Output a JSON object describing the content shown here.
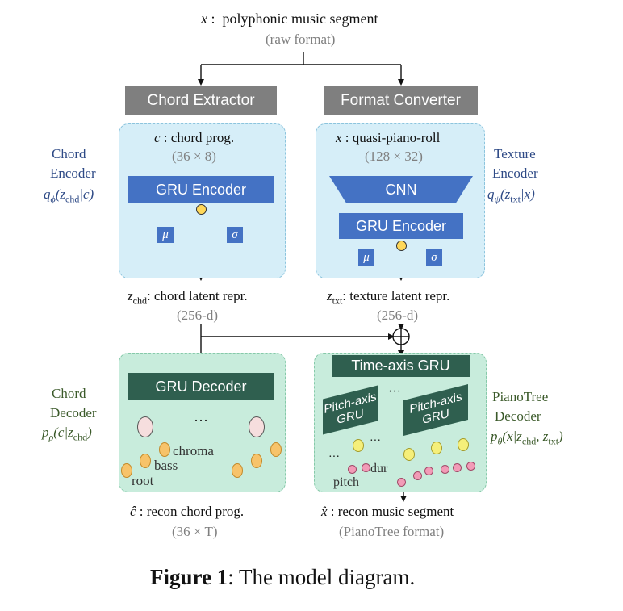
{
  "input": {
    "var": "x",
    "sep": ":",
    "desc": "polyphonic music segment",
    "format": "(raw format)"
  },
  "chord_extractor": "Chord Extractor",
  "format_converter": "Format Converter",
  "chord_encoder": {
    "label_line1": "Chord",
    "label_line2": "Encoder",
    "dist": "q",
    "dist_sub": "ϕ",
    "dist_args": "(z",
    "dist_args_sub": "chd",
    "dist_args_end": "|c)",
    "input_var": "c",
    "input_desc": ": chord prog.",
    "input_dim": "(36 × 8)",
    "gru": "GRU Encoder",
    "mu": "μ",
    "sigma": "σ"
  },
  "texture_encoder": {
    "label_line1": "Texture",
    "label_line2": "Encoder",
    "dist": "q",
    "dist_sub": "ψ",
    "dist_args": "(z",
    "dist_args_sub": "txt",
    "dist_args_end": "|x)",
    "input_var": "x",
    "input_desc": ": quasi-piano-roll",
    "input_dim": "(128 × 32)",
    "cnn": "CNN",
    "gru": "GRU Encoder",
    "mu": "μ",
    "sigma": "σ"
  },
  "chord_latent": {
    "var": "z",
    "sub": "chd",
    "desc": ": chord latent repr.",
    "dim": "(256-d)"
  },
  "texture_latent": {
    "var": "z",
    "sub": "txt",
    "desc": ": texture latent repr.",
    "dim": "(256-d)"
  },
  "chord_decoder": {
    "label_line1": "Chord",
    "label_line2": "Decoder",
    "dist": "p",
    "dist_sub": "ρ",
    "dist_args": "(c|z",
    "dist_args_sub": "chd",
    "dist_args_end": ")",
    "gru": "GRU Decoder",
    "dots": "···",
    "chroma": "chroma",
    "bass": "bass",
    "root": "root",
    "output_var": "ĉ",
    "output_desc": ": recon chord prog.",
    "output_dim": "(36 × T)"
  },
  "pianotree_decoder": {
    "label_line1": "PianoTree",
    "label_line2": "Decoder",
    "dist": "p",
    "dist_sub": "θ",
    "dist_args": "(x|z",
    "dist_args_sub": "chd",
    "dist_args_mid": ", z",
    "dist_args_sub2": "txt",
    "dist_args_end": ")",
    "time_gru": "Time-axis GRU",
    "pitch_gru_l1": "Pitch-axis",
    "pitch_gru_l2": "GRU",
    "dots": "···",
    "dur": "dur",
    "pitch": "pitch",
    "output_var": "x̂",
    "output_desc": ": recon music segment",
    "output_format": "(PianoTree format)"
  },
  "caption": {
    "label": "Figure 1",
    "text": ": The model diagram."
  }
}
